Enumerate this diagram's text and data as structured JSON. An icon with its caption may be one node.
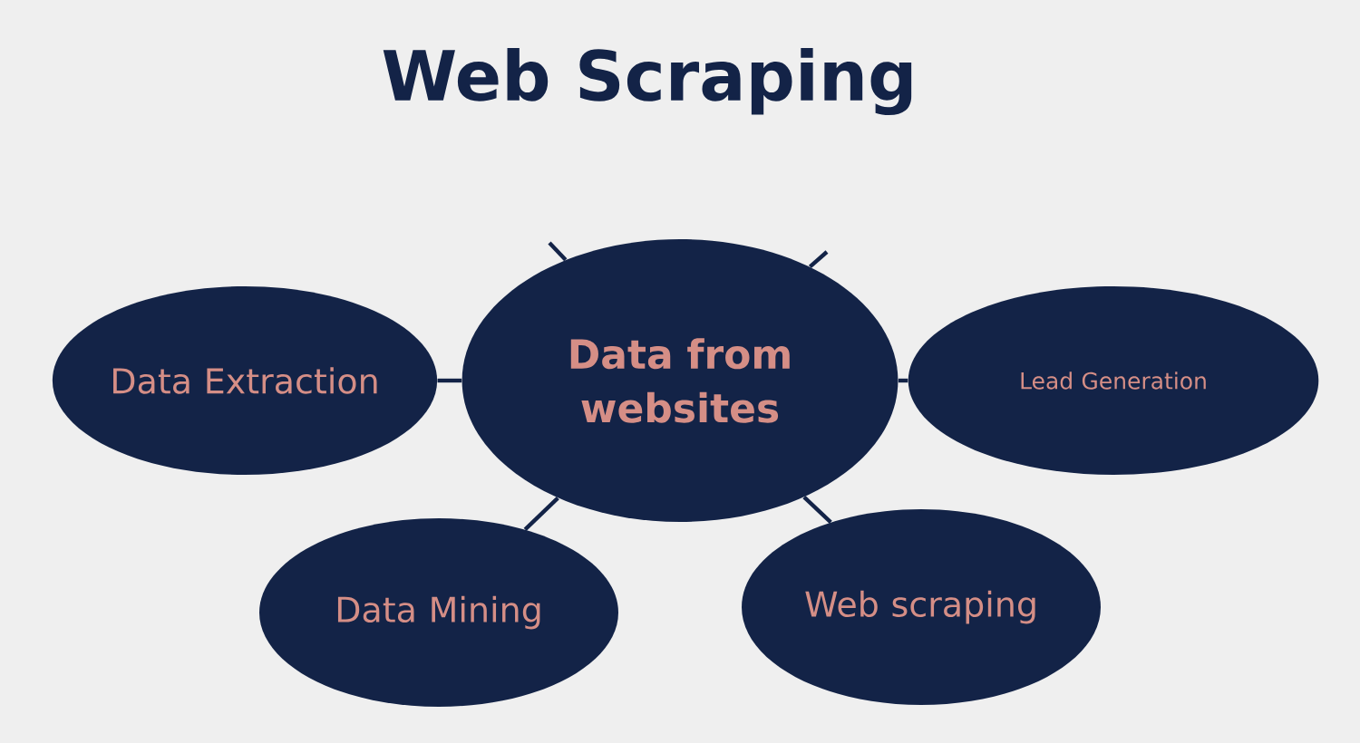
{
  "diagram": {
    "title": "Web Scraping",
    "nodes": [
      {
        "text": [
          "Data from websites"
        ]
      },
      {
        "text": [
          "Data Extraction"
        ]
      },
      {
        "text": [
          "Lead Generation"
        ]
      },
      {
        "text": [
          "Data Mining"
        ]
      },
      {
        "text": [
          "Web scraping"
        ]
      }
    ],
    "edges": [
      {
        "from": 0,
        "to": 1,
        "arrow": "none"
      },
      {
        "from": 0,
        "to": 2,
        "arrow": "none"
      },
      {
        "from": 0,
        "to": 3,
        "arrow": "none"
      },
      {
        "from": 0,
        "to": 4,
        "arrow": "none"
      },
      {
        "from": null,
        "to": 0,
        "arrow": "none"
      },
      {
        "from": null,
        "to": 0,
        "arrow": "none"
      }
    ]
  }
}
